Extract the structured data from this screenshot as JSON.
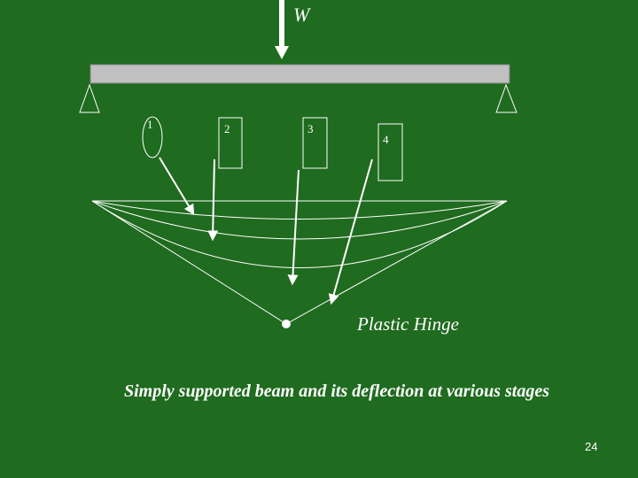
{
  "slide": {
    "load_label": "W",
    "stage_labels": [
      "1",
      "2",
      "3",
      "4"
    ],
    "hinge_label": "Plastic Hinge",
    "caption": "Simply supported beam and its deflection at various stages",
    "page_number": "24"
  },
  "colors": {
    "background": "#1f6b1f",
    "beam_fill": "#c0c0c0",
    "lines": "#ffffff",
    "text": "#ffffff"
  }
}
